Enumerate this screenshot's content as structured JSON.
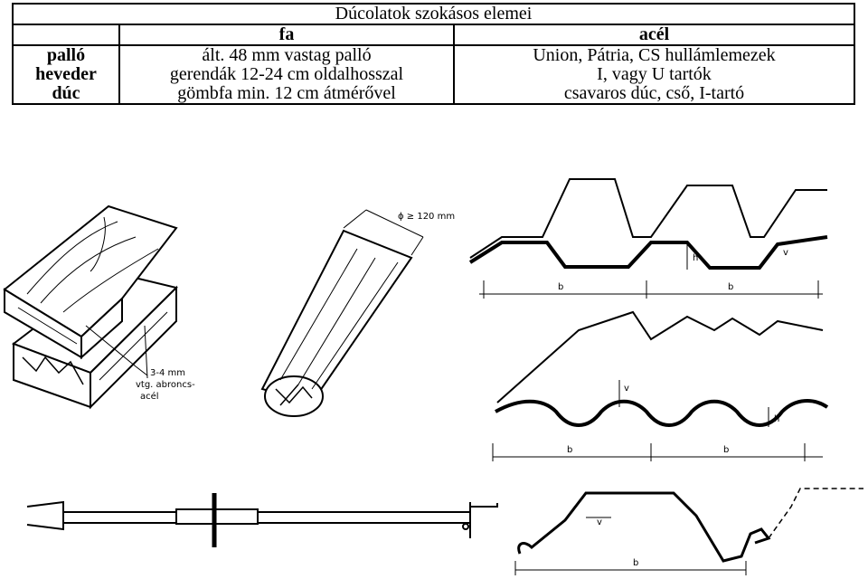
{
  "table": {
    "title": "Dúcolatok szokásos elemei",
    "headers": [
      "",
      "fa",
      "acél"
    ],
    "rows": [
      {
        "label": "palló",
        "fa": "ált. 48 mm vastag palló",
        "acel": "Union, Pátria, CS hullámlemezek"
      },
      {
        "label": "heveder",
        "fa": "gerendák 12-24 cm oldalhosszal",
        "acel": "I, vagy U tartók"
      },
      {
        "label": "dúc",
        "fa": "gömbfa min. 12 cm átmérővel",
        "acel": "csavaros dúc, cső, I-tartó"
      }
    ]
  },
  "figures": {
    "plank_note": [
      "3-4 mm",
      "vtg. abroncs-",
      "acél"
    ],
    "log_diameter": "ϕ ≥ 120 mm",
    "dim_b": "b",
    "dim_h": "h",
    "dim_v": "v"
  }
}
